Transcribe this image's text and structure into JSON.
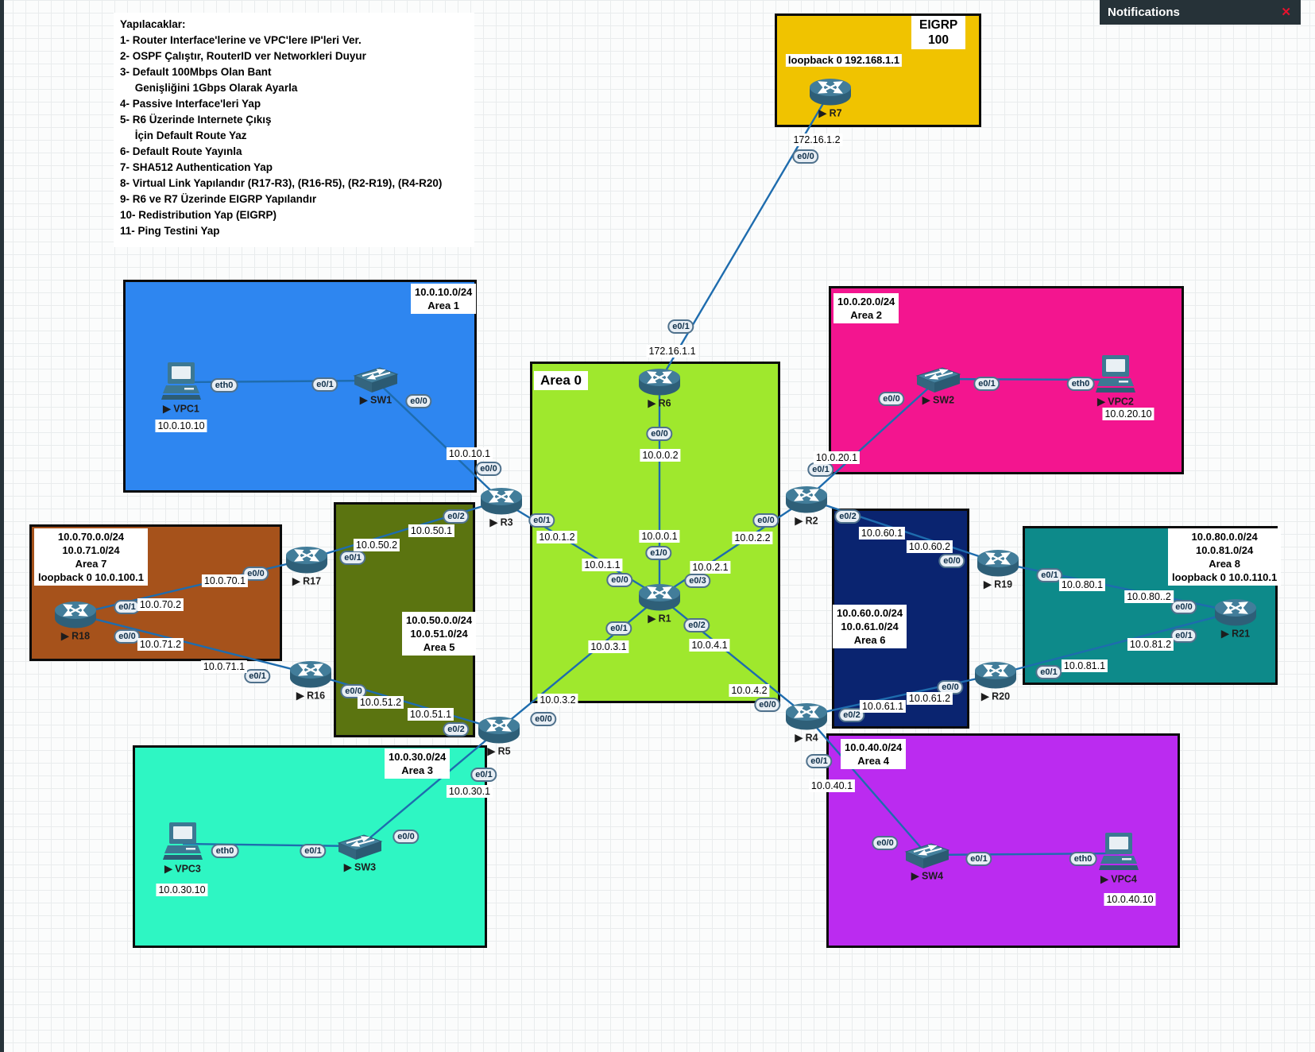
{
  "notifications": {
    "title": "Notifications",
    "close_icon": "✕",
    "close_color": "#E8112D"
  },
  "todo": {
    "title": "Yapılacaklar:",
    "items": [
      "1- Router Interface'lerine ve VPC'lere IP'leri Ver.",
      "2- OSPF Çalıştır, RouterID ver Networkleri Duyur",
      "3- Default 100Mbps Olan Bant",
      "     Genişliğini 1Gbps Olarak Ayarla",
      "4- Passive Interface'leri Yap",
      "5- R6 Üzerinde Internete Çıkış",
      "     İçin Default Route Yaz",
      "6- Default Route Yayınla",
      "7- SHA512 Authentication Yap",
      "8- Virtual Link Yapılandır (R17-R3), (R16-R5), (R2-R19), (R4-R20)",
      "9- R6 ve R7 Üzerinde EIGRP Yapılandır",
      "10- Redistribution Yap (EIGRP)",
      "11- Ping Testini Yap"
    ]
  },
  "icons": {
    "device_marker": "▶"
  },
  "link_color": "#1E6CAE",
  "areas": [
    {
      "id": "eigrp",
      "color": "#F0C300",
      "lines": [
        "EIGRP",
        "100"
      ]
    },
    {
      "id": "area1",
      "color": "#2E86F0",
      "lines": [
        "10.0.10.0/24",
        "Area 1"
      ]
    },
    {
      "id": "area2",
      "color": "#F3158F",
      "lines": [
        "10.0.20.0/24",
        "Area 2"
      ]
    },
    {
      "id": "area0",
      "color": "#9FE82D",
      "lines": [
        "Area 0"
      ]
    },
    {
      "id": "area5",
      "color": "#5B7410",
      "lines": [
        "10.0.50.0.0/24",
        "10.0.51.0/24",
        "Area 5"
      ]
    },
    {
      "id": "area7",
      "color": "#A6521B",
      "lines": [
        "10.0.70.0.0/24",
        "10.0.71.0/24",
        "Area 7",
        "loopback 0 10.0.100.1"
      ]
    },
    {
      "id": "area6",
      "color": "#0A2470",
      "lines": [
        "10.0.60.0.0/24",
        "10.0.61.0/24",
        "Area 6"
      ]
    },
    {
      "id": "area8",
      "color": "#0D8A8A",
      "lines": [
        "10.0.80.0.0/24",
        "10.0.81.0/24",
        "Area 8",
        "loopback 0 10.0.110.1"
      ]
    },
    {
      "id": "area3",
      "color": "#2EF6C3",
      "lines": [
        "10.0.30.0/24",
        "Area 3"
      ]
    },
    {
      "id": "area4",
      "color": "#BB2BF0",
      "lines": [
        "10.0.40.0/24",
        "Area 4"
      ]
    }
  ],
  "devices": [
    {
      "id": "R7",
      "type": "router",
      "label": "R7"
    },
    {
      "id": "R6",
      "type": "router",
      "label": "R6"
    },
    {
      "id": "R1",
      "type": "router",
      "label": "R1"
    },
    {
      "id": "R2",
      "type": "router",
      "label": "R2"
    },
    {
      "id": "R3",
      "type": "router",
      "label": "R3"
    },
    {
      "id": "R4",
      "type": "router",
      "label": "R4"
    },
    {
      "id": "R5",
      "type": "router",
      "label": "R5"
    },
    {
      "id": "R16",
      "type": "router",
      "label": "R16"
    },
    {
      "id": "R17",
      "type": "router",
      "label": "R17"
    },
    {
      "id": "R18",
      "type": "router",
      "label": "R18"
    },
    {
      "id": "R19",
      "type": "router",
      "label": "R19"
    },
    {
      "id": "R20",
      "type": "router",
      "label": "R20"
    },
    {
      "id": "R21",
      "type": "router",
      "label": "R21"
    },
    {
      "id": "SW1",
      "type": "switch",
      "label": "SW1"
    },
    {
      "id": "SW2",
      "type": "switch",
      "label": "SW2"
    },
    {
      "id": "SW3",
      "type": "switch",
      "label": "SW3"
    },
    {
      "id": "SW4",
      "type": "switch",
      "label": "SW4"
    },
    {
      "id": "VPC1",
      "type": "pc",
      "label": "VPC1"
    },
    {
      "id": "VPC2",
      "type": "pc",
      "label": "VPC2"
    },
    {
      "id": "VPC3",
      "type": "pc",
      "label": "VPC3"
    },
    {
      "id": "VPC4",
      "type": "pc",
      "label": "VPC4"
    }
  ],
  "standalone_labels": [
    {
      "id": "r7-loopback",
      "text": "loopback 0 192.168.1.1",
      "bold": true
    },
    {
      "id": "vpc1-ip",
      "text": "10.0.10.10"
    },
    {
      "id": "vpc2-ip",
      "text": "10.0.20.10"
    },
    {
      "id": "vpc3-ip",
      "text": "10.0.30.10"
    },
    {
      "id": "vpc4-ip",
      "text": "10.0.40.10"
    }
  ],
  "links": [
    {
      "id": "vpc1-sw1",
      "a": "VPC1",
      "a_if": "eth0",
      "b": "SW1",
      "b_if": "e0/1",
      "labels": []
    },
    {
      "id": "sw1-r3",
      "a": "SW1",
      "a_if": "e0/0",
      "b": "R3",
      "b_if": "e0/0",
      "labels": [
        "10.0.10.1"
      ]
    },
    {
      "id": "r3-r1",
      "a": "R3",
      "a_if": "e0/1",
      "b": "R1",
      "b_if": "e0/0",
      "labels": [
        "10.0.1.2",
        "10.0.1.1"
      ]
    },
    {
      "id": "r7-r6",
      "a": "R7",
      "a_if": "e0/0",
      "b": "R6",
      "b_if": "e0/1",
      "labels": [
        "172.16.1.2",
        "172.16.1.1"
      ]
    },
    {
      "id": "r6-r1",
      "a": "R6",
      "a_if": "e0/0",
      "b": "R1",
      "b_if": "e1/0",
      "labels": [
        "10.0.0.2",
        "10.0.0.1"
      ]
    },
    {
      "id": "r1-r2",
      "a": "R1",
      "a_if": "e0/3",
      "b": "R2",
      "b_if": "e0/0",
      "labels": [
        "10.0.2.1",
        "10.0.2.2"
      ]
    },
    {
      "id": "r1-r5",
      "a": "R1",
      "a_if": "e0/1",
      "b": "R5",
      "b_if": "e0/0",
      "labels": [
        "10.0.3.1",
        "10.0.3.2"
      ]
    },
    {
      "id": "r1-r4",
      "a": "R1",
      "a_if": "e0/2",
      "b": "R4",
      "b_if": "e0/0",
      "labels": [
        "10.0.4.1",
        "10.0.4.2"
      ]
    },
    {
      "id": "r2-sw2",
      "a": "R2",
      "a_if": "e0/1",
      "b": "SW2",
      "b_if": "e0/0",
      "labels": [
        "10.0.20.1"
      ]
    },
    {
      "id": "sw2-vpc2",
      "a": "SW2",
      "a_if": "e0/1",
      "b": "VPC2",
      "b_if": "eth0",
      "labels": []
    },
    {
      "id": "r2-r19",
      "a": "R2",
      "a_if": "e0/2",
      "b": "R19",
      "b_if": "e0/0",
      "labels": [
        "10.0.60.1",
        "10.0.60.2"
      ]
    },
    {
      "id": "r19-r21",
      "a": "R19",
      "a_if": "e0/1",
      "b": "R21",
      "b_if": "e0/0",
      "labels": [
        "10.0.80.1",
        "10.0.80..2"
      ]
    },
    {
      "id": "r20-r21",
      "a": "R20",
      "a_if": "e0/1",
      "b": "R21",
      "b_if": "e0/1",
      "labels": [
        "10.0.81.1",
        "10.0.81.2"
      ]
    },
    {
      "id": "r4-r20",
      "a": "R4",
      "a_if": "e0/2",
      "b": "R20",
      "b_if": "e0/0",
      "labels": [
        "10.0.61.1",
        "10.0.61.2"
      ]
    },
    {
      "id": "r4-sw4",
      "a": "R4",
      "a_if": "e0/1",
      "b": "SW4",
      "b_if": "e0/0",
      "labels": [
        "10.0.40.1"
      ]
    },
    {
      "id": "sw4-vpc4",
      "a": "SW4",
      "a_if": "e0/1",
      "b": "VPC4",
      "b_if": "eth0",
      "labels": []
    },
    {
      "id": "r17-r18",
      "a": "R17",
      "a_if": "e0/0",
      "b": "R18",
      "b_if": "e0/1",
      "labels": [
        "10.0.70.1",
        "10.0.70.2"
      ]
    },
    {
      "id": "r16-r18",
      "a": "R16",
      "a_if": "e0/1",
      "b": "R18",
      "b_if": "e0/0",
      "labels": [
        "10.0.71.1",
        "10.0.71.2"
      ]
    },
    {
      "id": "r17-r3",
      "a": "R17",
      "a_if": "e0/1",
      "b": "R3",
      "b_if": "e0/2",
      "labels": [
        "10.0.50.2",
        "10.0.50.1"
      ]
    },
    {
      "id": "r16-r5",
      "a": "R16",
      "a_if": "e0/0",
      "b": "R5",
      "b_if": "e0/2",
      "labels": [
        "10.0.51.2",
        "10.0.51.1"
      ]
    },
    {
      "id": "r5-sw3",
      "a": "R5",
      "a_if": "e0/1",
      "b": "SW3",
      "b_if": "e0/0",
      "labels": [
        "10.0.30.1"
      ]
    },
    {
      "id": "sw3-vpc3",
      "a": "SW3",
      "a_if": "e0/1",
      "b": "VPC3",
      "b_if": "eth0",
      "labels": []
    }
  ]
}
